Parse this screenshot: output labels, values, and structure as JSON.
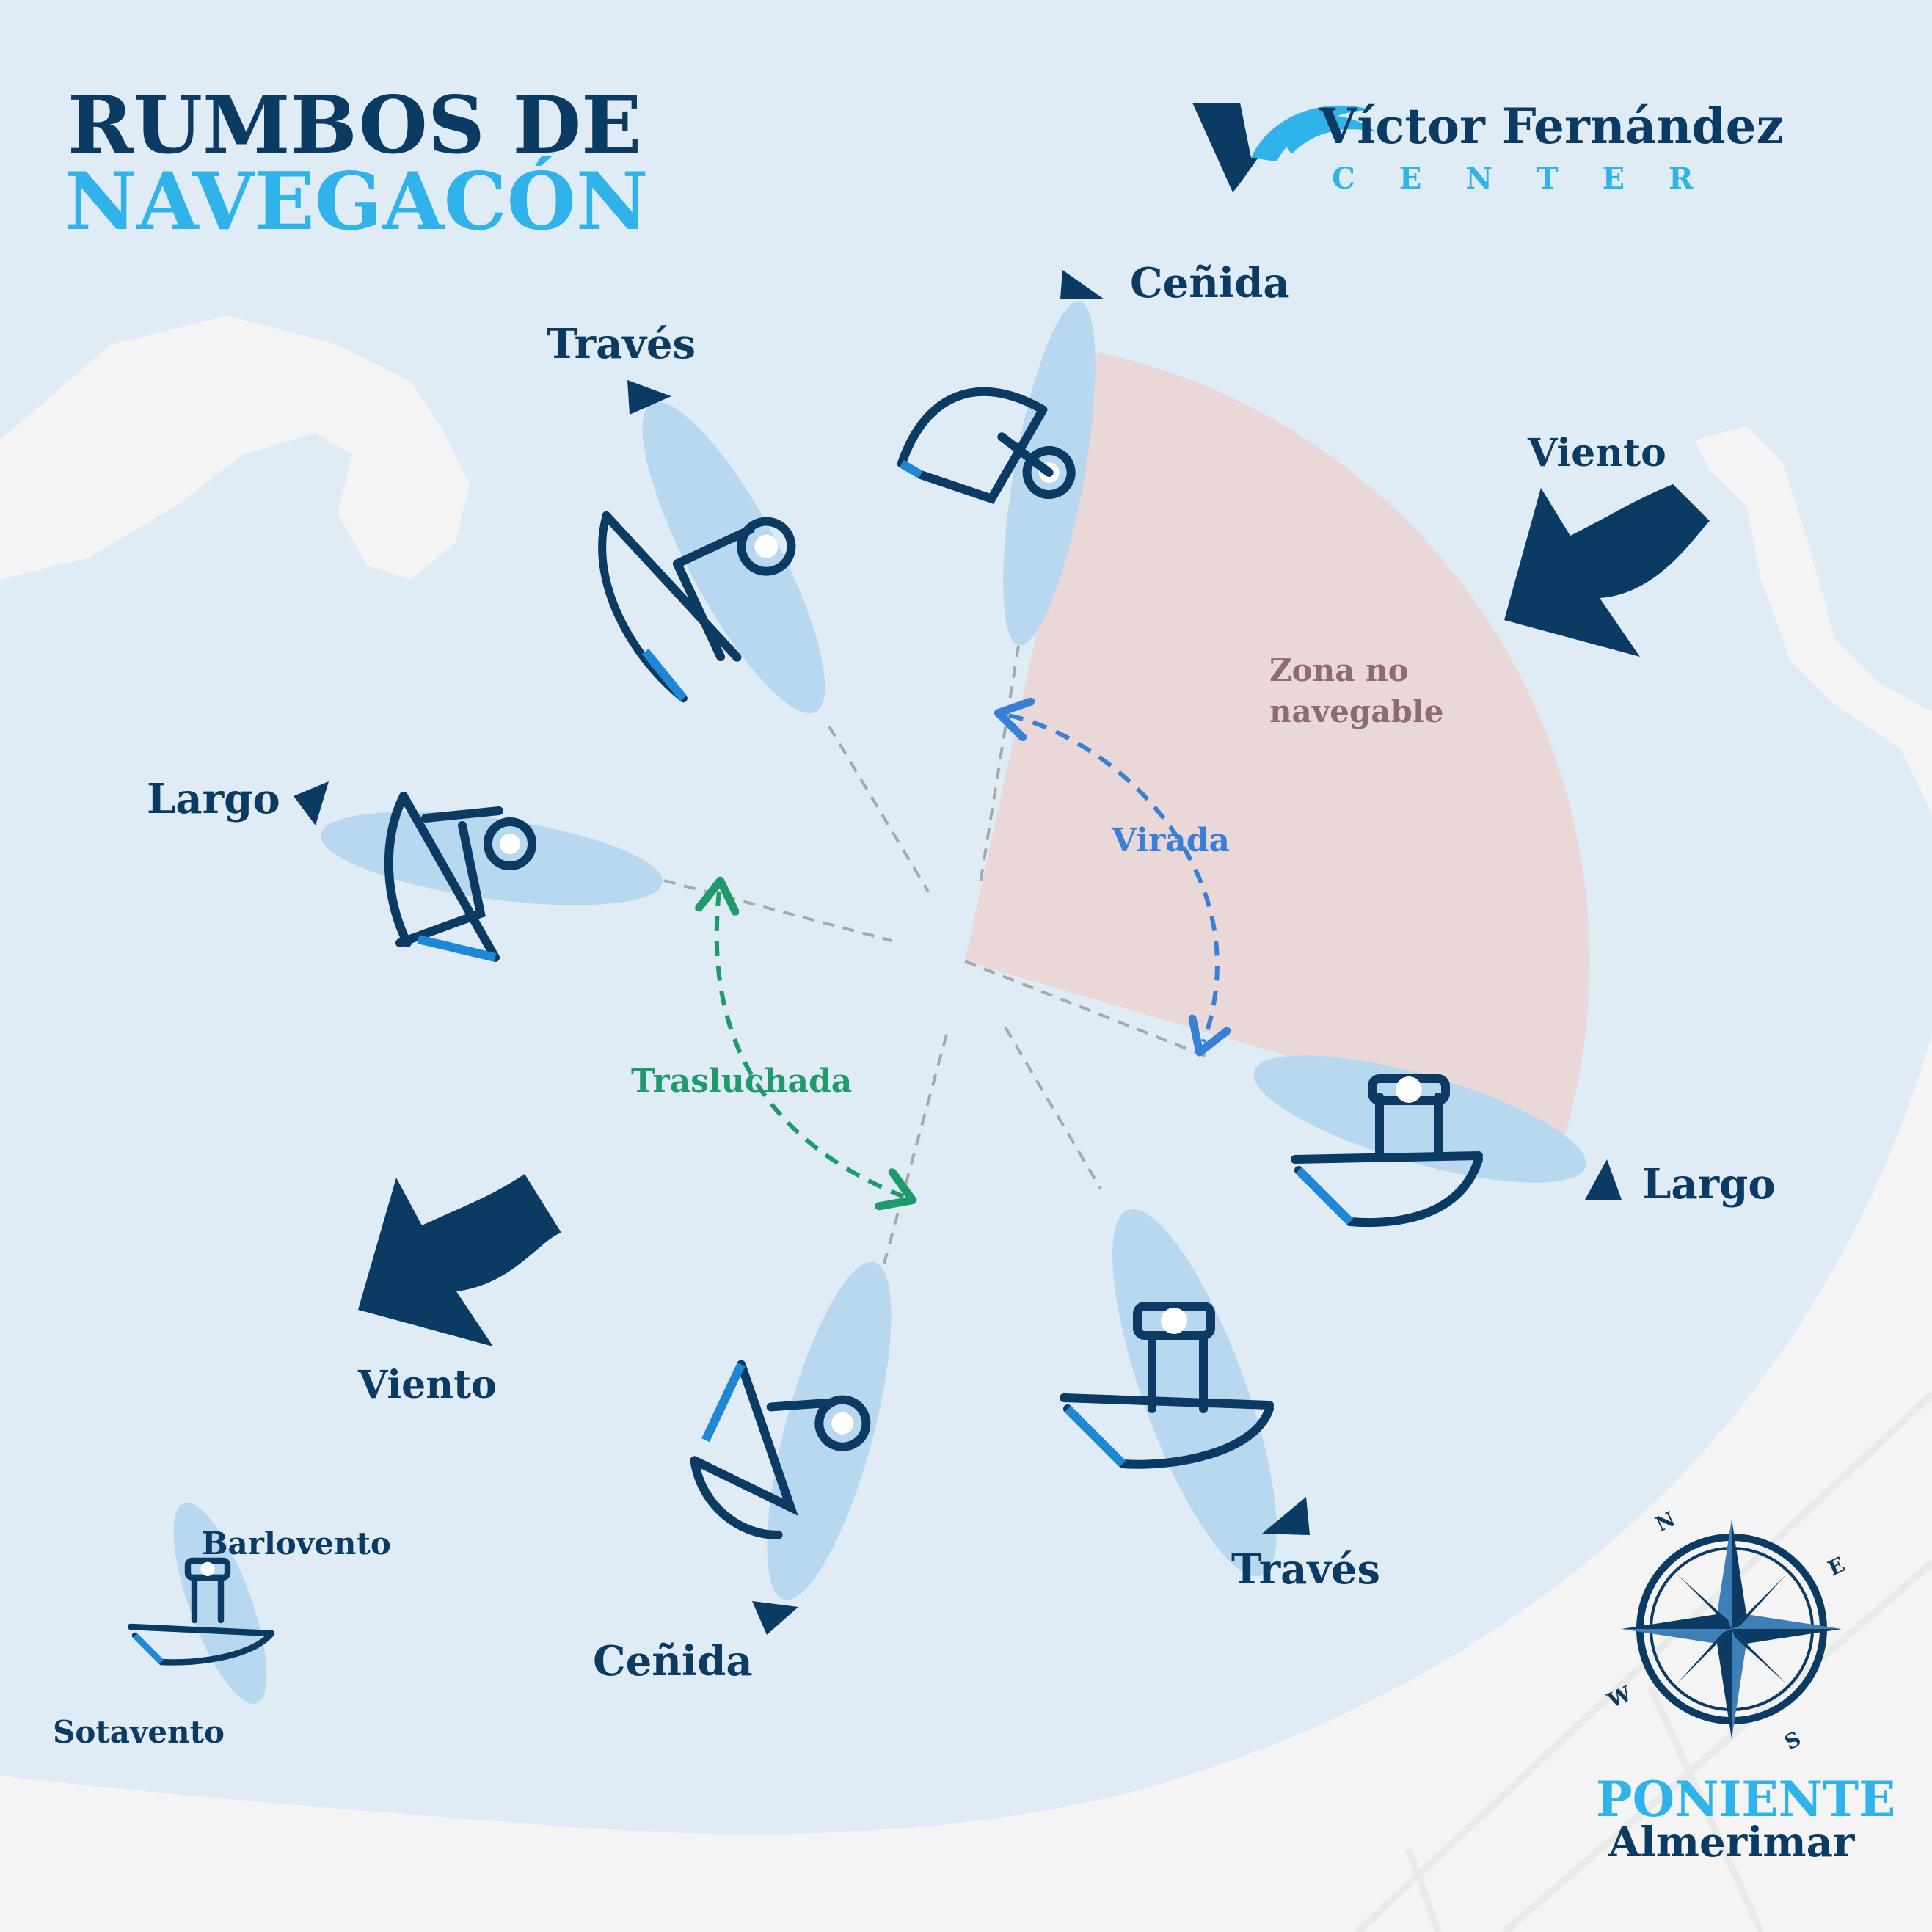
{
  "header": {
    "title_line1": "RUMBOS DE",
    "title_line2": "NAVEGACÓN"
  },
  "brand": {
    "name": "Víctor Fernández",
    "sub": "CENTER",
    "logo_icon": "sail-v-logo-icon"
  },
  "labels": {
    "cenida_top": "Ceñida",
    "traves_top": "Través",
    "largo_left": "Largo",
    "largo_right": "Largo",
    "traves_bottom": "Través",
    "cenida_bottom": "Ceñida",
    "viento_top": "Viento",
    "viento_bottom": "Viento",
    "zona_line1": "Zona no",
    "zona_line2": "navegable",
    "virada": "Virada",
    "trasluchada": "Trasluchada",
    "barlovento": "Barlovento",
    "sotavento": "Sotavento"
  },
  "compass": {
    "icon": "compass-rose-icon",
    "n": "N",
    "e": "E",
    "s": "S",
    "w": "W"
  },
  "footer": {
    "line1": "PONIENTE",
    "line2": "Almerimar"
  },
  "colors": {
    "navy": "#0b3a62",
    "brand_blue": "#2fb3ea",
    "water": "#dfecf6",
    "land": "#f3f4f3",
    "no_go_zone": "#ead7d7",
    "virada": "#3a7fd6",
    "trasluchada": "#1f9a6b",
    "boat_shadow": "#b8d8f0"
  }
}
